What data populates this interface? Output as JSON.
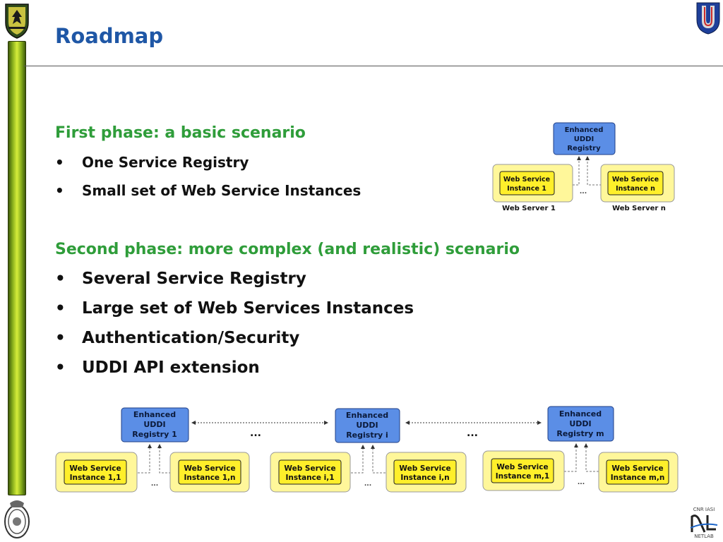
{
  "slide": {
    "title": "Roadmap"
  },
  "phase1": {
    "heading": "First phase: a basic scenario",
    "bullets": [
      "One Service Registry",
      "Small set of Web Service Instances"
    ]
  },
  "phase2": {
    "heading": "Second phase: more complex (and realistic) scenario",
    "bullets": [
      "Several Service Registry",
      "Large set of Web Services Instances",
      "Authentication/Security",
      "UDDI API extension"
    ]
  },
  "bullet_glyph": "•",
  "diagram1": {
    "registry": [
      "Enhanced",
      "UDDI",
      "Registry"
    ],
    "instance_left": [
      "Web Service",
      "Instance 1"
    ],
    "instance_right": [
      "Web Service",
      "Instance n"
    ],
    "server_left": "Web Server 1",
    "server_right": "Web Server n",
    "ellipsis": "..."
  },
  "diagram2": {
    "registries": [
      [
        "Enhanced",
        "UDDI",
        "Registry 1"
      ],
      [
        "Enhanced",
        "UDDI",
        "Registry i"
      ],
      [
        "Enhanced",
        "UDDI",
        "Registry m"
      ]
    ],
    "instances": [
      [
        "Web Service",
        "Instance 1,1"
      ],
      [
        "Web Service",
        "Instance 1,n"
      ],
      [
        "Web Service",
        "Instance i,1"
      ],
      [
        "Web Service",
        "Instance i,n"
      ],
      [
        "Web Service",
        "Instance m,1"
      ],
      [
        "Web Service",
        "Instance m,n"
      ]
    ],
    "ellipsis": "...",
    "big_ellipsis": "..."
  },
  "logos": {
    "netlab_top": "CNR IASI",
    "netlab_mark": "NL",
    "netlab_bottom": "NETLAB"
  },
  "colors": {
    "title": "#1f57a6",
    "heading": "#2f9d3a",
    "registry_fill": "#5b8ee6",
    "instance_fill": "#ffef2a",
    "server_fill": "#fff79a"
  }
}
